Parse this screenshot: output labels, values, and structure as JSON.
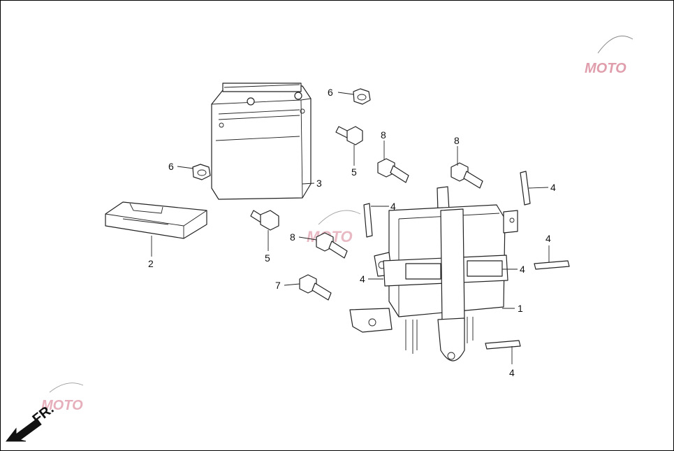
{
  "diagram": {
    "labels": {
      "l1": "1",
      "l2": "2",
      "l3": "3",
      "l4a": "4",
      "l4b": "4",
      "l4c": "4",
      "l4d": "4",
      "l4e": "4",
      "l4f": "4",
      "l5a": "5",
      "l5b": "5",
      "l6a": "6",
      "l6b": "6",
      "l7": "7",
      "l8a": "8",
      "l8b": "8",
      "l8c": "8"
    },
    "direction": "FR.",
    "watermark": "MOTO"
  },
  "colors": {
    "line": "#222222",
    "watermark": "#c8506a",
    "watermark_accent": "#e0b07a"
  }
}
